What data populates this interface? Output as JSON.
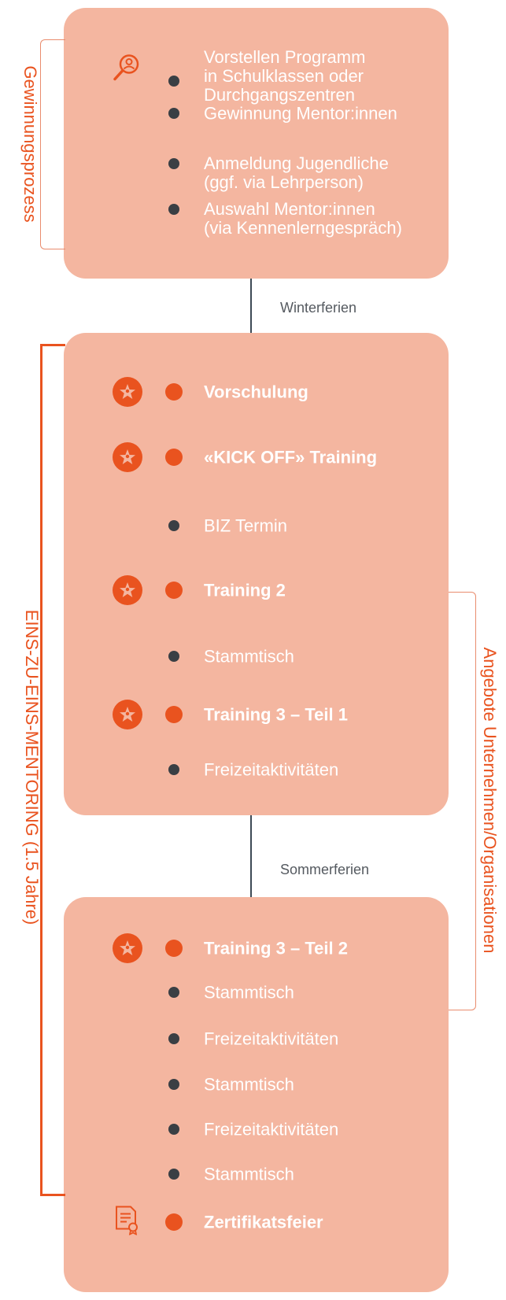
{
  "phases": {
    "recruitment": {
      "side_label": "Gewinnungsprozess",
      "items": [
        {
          "text": "Vorstellen Programm\nin Schulklassen oder\nDurchgangszentren"
        },
        {
          "text": "Gewinnung Mentor:innen"
        },
        {
          "text": "Anmeldung Jugendliche\n(ggf. via Lehrperson)"
        },
        {
          "text": "Auswahl Mentor:innen\n(via Kennenlerngespräch)"
        }
      ]
    },
    "mentoring": {
      "side_label": "EINS-ZU-EINS-MENTORING (1.5 Jahre)",
      "items": [
        {
          "text": "Vorschulung",
          "highlight": true
        },
        {
          "text": "«KICK OFF» Training",
          "highlight": true
        },
        {
          "text": "BIZ Termin",
          "highlight": false
        },
        {
          "text": "Training 2",
          "highlight": true
        },
        {
          "text": "Stammtisch",
          "highlight": false
        },
        {
          "text": "Training 3 – Teil 1",
          "highlight": true
        },
        {
          "text": "Freizeitaktivitäten",
          "highlight": false
        }
      ]
    },
    "final": {
      "items": [
        {
          "text": "Training 3 – Teil 2",
          "highlight": true
        },
        {
          "text": "Stammtisch",
          "highlight": false
        },
        {
          "text": "Freizeitaktivitäten",
          "highlight": false
        },
        {
          "text": "Stammtisch",
          "highlight": false
        },
        {
          "text": "Freizeitaktivitäten",
          "highlight": false
        },
        {
          "text": "Stammtisch",
          "highlight": false
        },
        {
          "text": "Zertifikatsfeier",
          "highlight": true
        }
      ]
    }
  },
  "breaks": {
    "winter": "Winterferien",
    "summer": "Sommerferien"
  },
  "side_labels": {
    "companies": "Angebote Unternehmen/Organisationen"
  },
  "icons": {
    "recruitment": "search-person-icon",
    "training": "star-person-icon",
    "certificate": "certificate-icon"
  },
  "colors": {
    "card": "#f4b6a0",
    "accent": "#e9531f",
    "dot": "#3a3f44",
    "connector": "#3d4a55",
    "bracket_light": "#e98c6e"
  }
}
